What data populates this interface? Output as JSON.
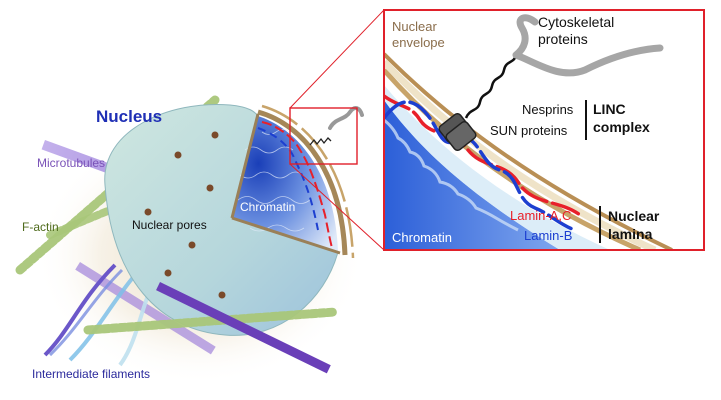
{
  "labels": {
    "nucleus": "Nucleus",
    "microtubules": "Microtubules",
    "f_actin": "F-actin",
    "nuclear_pores": "Nuclear pores",
    "chromatin_main": "Chromatin",
    "intermediate_filaments": "Intermediate filaments"
  },
  "inset": {
    "nuclear_envelope_line1": "Nuclear",
    "nuclear_envelope_line2": "envelope",
    "cytoskeletal_line1": "Cytoskeletal",
    "cytoskeletal_line2": "proteins",
    "nesprins": "Nesprins",
    "sun_proteins": "SUN proteins",
    "linc_line1": "LINC",
    "linc_line2": "complex",
    "lamin_ac": "Lamin-A,C",
    "lamin_b": "Lamin-B",
    "nuclear_lamina_line1": "Nuclear",
    "nuclear_lamina_line2": "lamina",
    "chromatin": "Chromatin"
  },
  "colors": {
    "nucleus_text": "#1f2fb5",
    "microtubules": "#7a52b8",
    "f_actin": "#4f6b1c",
    "intermediate_filaments": "#2b2a9c",
    "envelope_text": "#8a6d4b",
    "lamin_ac": "#e8202a",
    "lamin_b": "#1d3fd0",
    "inset_border": "#e0202a",
    "envelope": "#c8a46a",
    "nucleus_fill": "#bfe0dc"
  }
}
